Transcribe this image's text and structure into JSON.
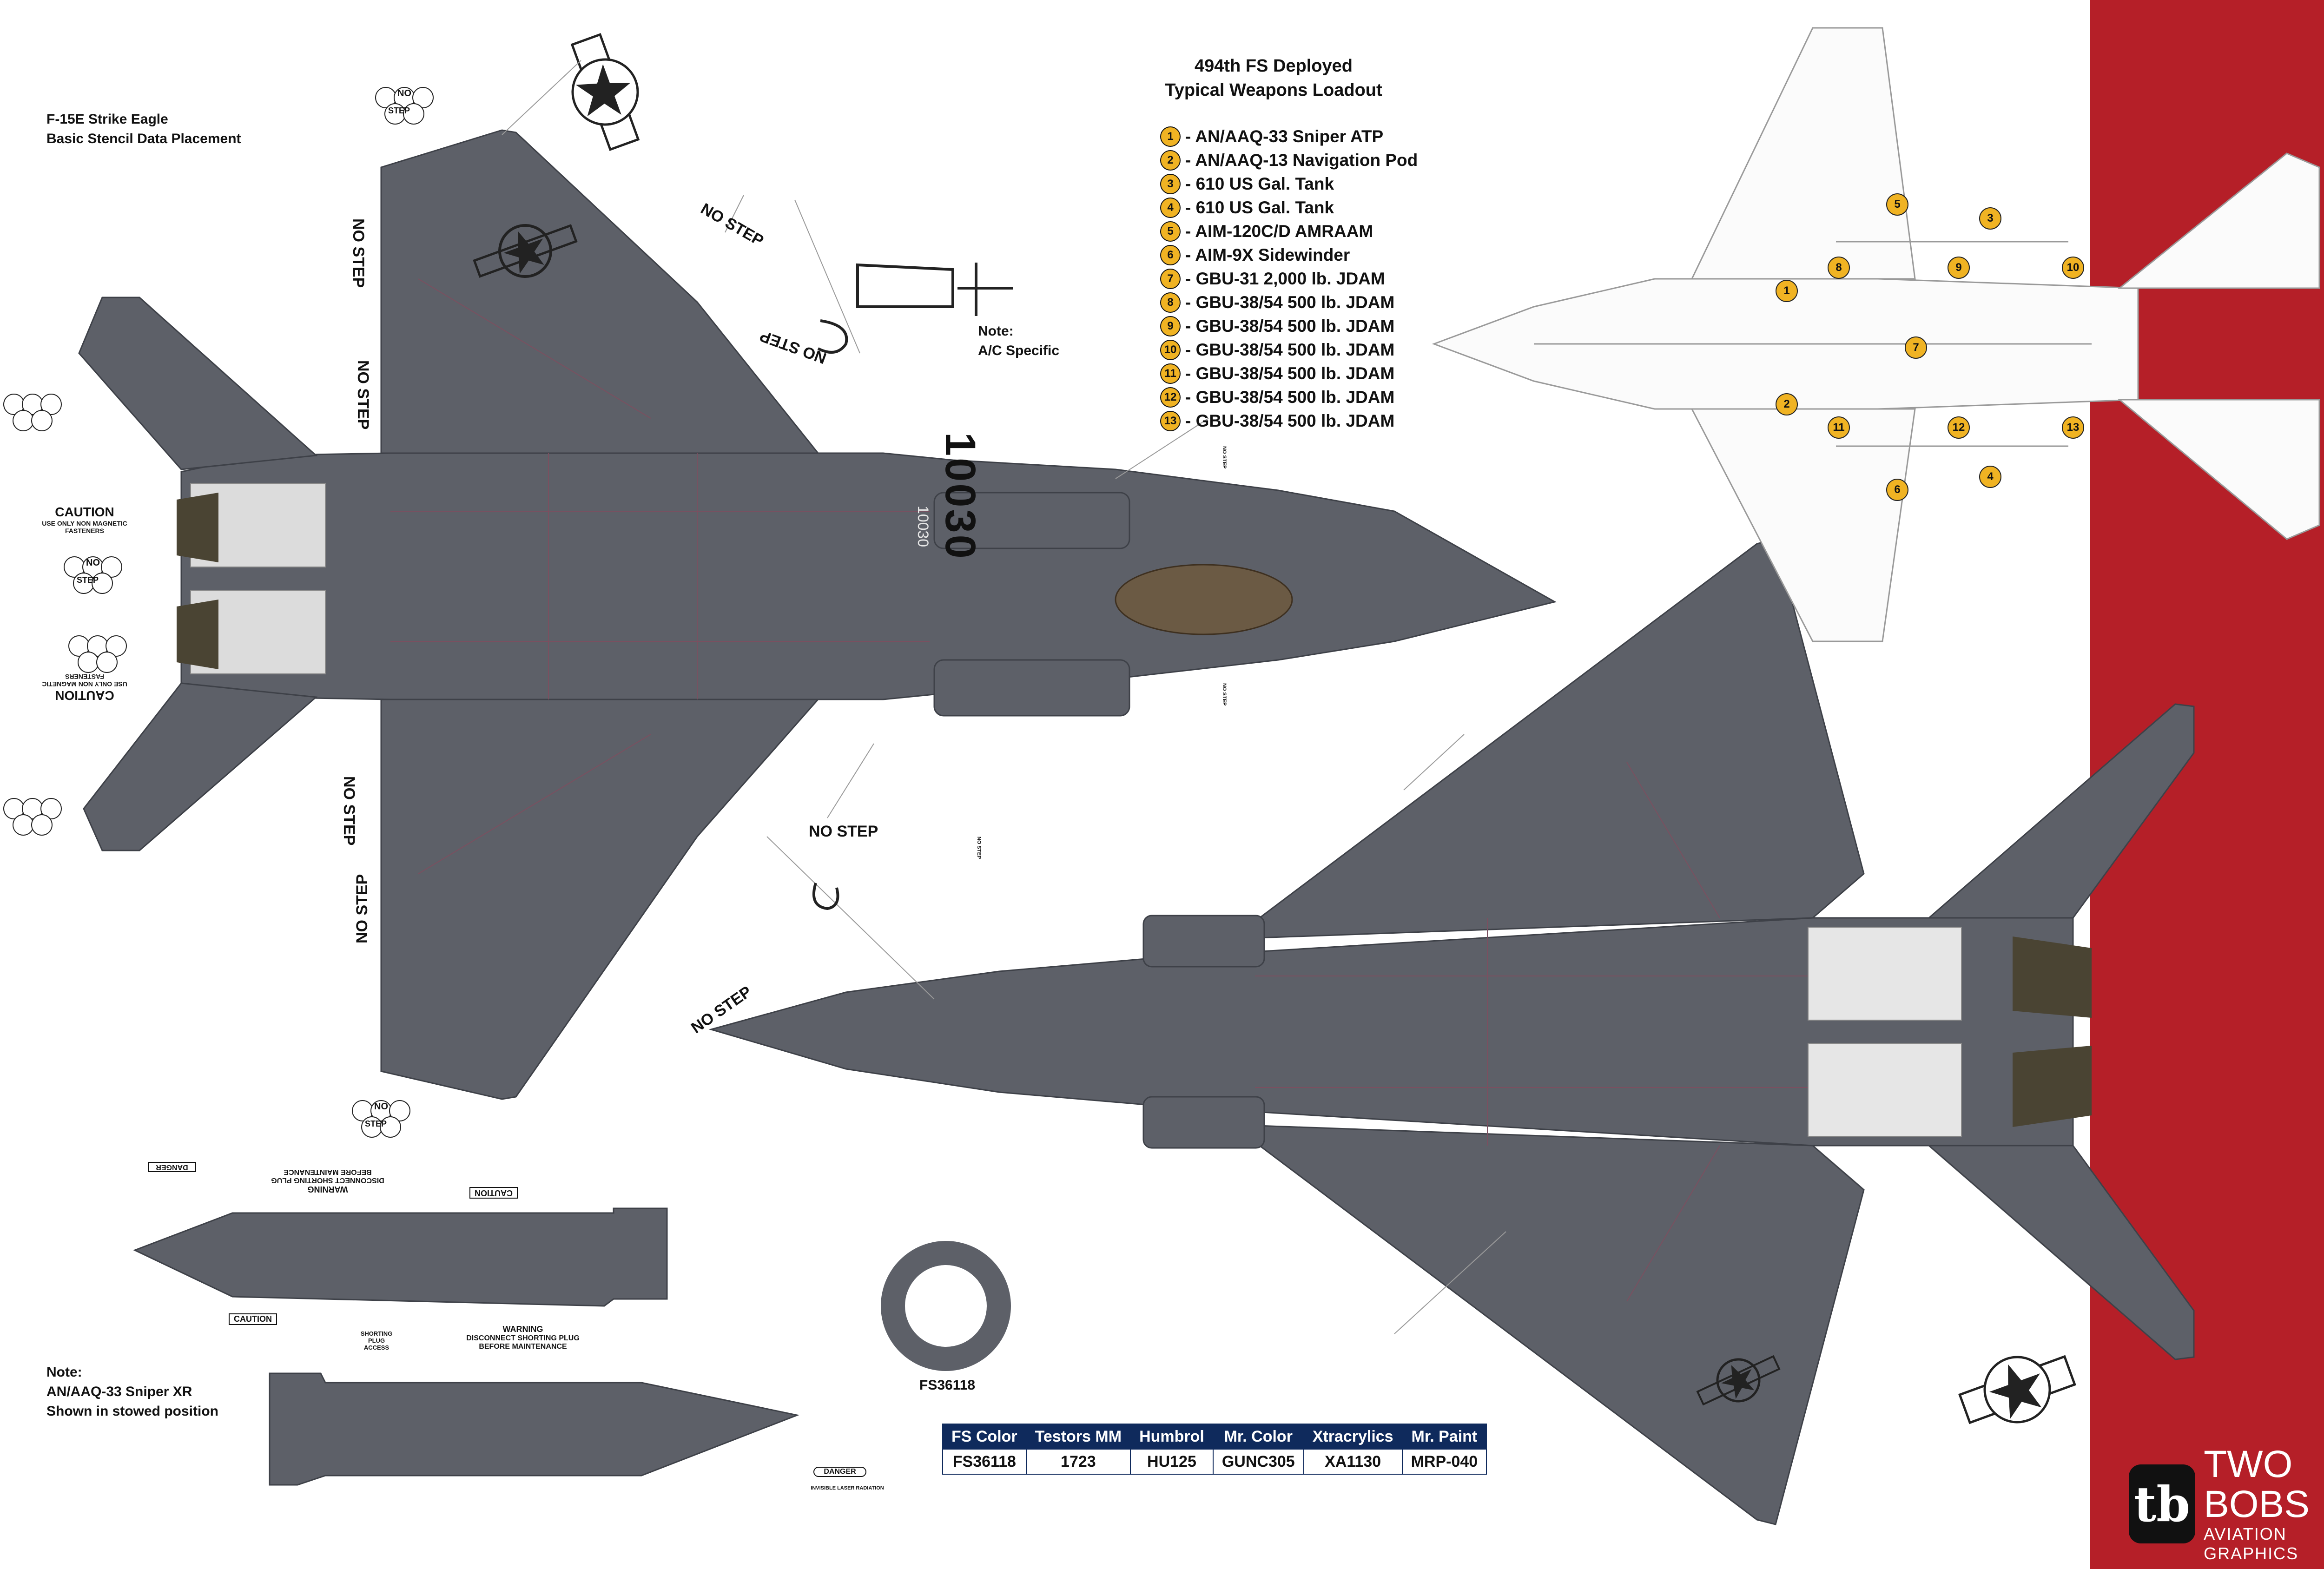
{
  "header": {
    "subtitle_line1": "F-15E Strike Eagle",
    "subtitle_line2": "Basic Stencil Data Placement",
    "loadout_title_line1": "494th FS Deployed",
    "loadout_title_line2": "Typical Weapons Loadout"
  },
  "loadout": [
    {
      "num": "1",
      "label": "- AN/AAQ-33 Sniper ATP"
    },
    {
      "num": "2",
      "label": "- AN/AAQ-13 Navigation Pod"
    },
    {
      "num": "3",
      "label": "- 610 US Gal. Tank"
    },
    {
      "num": "4",
      "label": "- 610 US Gal. Tank"
    },
    {
      "num": "5",
      "label": "- AIM-120C/D AMRAAM"
    },
    {
      "num": "6",
      "label": "- AIM-9X Sidewinder"
    },
    {
      "num": "7",
      "label": "- GBU-31 2,000 lb. JDAM"
    },
    {
      "num": "8",
      "label": "- GBU-38/54 500 lb. JDAM"
    },
    {
      "num": "9",
      "label": "- GBU-38/54 500 lb. JDAM"
    },
    {
      "num": "10",
      "label": "- GBU-38/54 500 lb. JDAM"
    },
    {
      "num": "11",
      "label": "- GBU-38/54 500 lb. JDAM"
    },
    {
      "num": "12",
      "label": "- GBU-38/54 500 lb. JDAM"
    },
    {
      "num": "13",
      "label": "- GBU-38/54 500 lb. JDAM"
    }
  ],
  "stencils": {
    "note_line1": "Note:",
    "note_line2": "A/C Specific",
    "serial_big": "10030",
    "serial_small": "10030",
    "no_step": "NO STEP",
    "caution": "CAUTION",
    "caution_sub1": "USE ONLY NON MAGNETIC",
    "caution_sub2": "FASTENERS",
    "hex_top": "NO",
    "hex_bottom": "STEP",
    "warning": "WARNING",
    "warning_sub1": "DISCONNECT SHORTING PLUG",
    "warning_sub2": "BEFORE MAINTENANCE",
    "danger": "DANGER",
    "shorting_plug": "SHORTING",
    "plug": "PLUG",
    "access": "ACCESS",
    "laser_radiation": "INVISIBLE LASER RADIATION"
  },
  "color_chip_label": "FS36118",
  "sniper_note": {
    "line1": "Note:",
    "line2": "AN/AAQ-33 Sniper XR",
    "line3": "Shown in stowed position"
  },
  "paint_table": {
    "headers": [
      "FS Color",
      "Testors MM",
      "Humbrol",
      "Mr. Color",
      "Xtracrylics",
      "Mr. Paint"
    ],
    "values": [
      "FS36118",
      "1723",
      "HU125",
      "GUNC305",
      "XA1130",
      "MRP-040"
    ]
  },
  "brand": {
    "badge": "tb",
    "name": "TWO BOBS",
    "sub": "AVIATION GRAPHICS"
  },
  "colors": {
    "gunship_gray": "#5d6068",
    "panel_line": "#7a5060",
    "brand_red": "#b51f28",
    "pin_yellow": "#f0b323",
    "table_navy": "#0f2a5c"
  }
}
